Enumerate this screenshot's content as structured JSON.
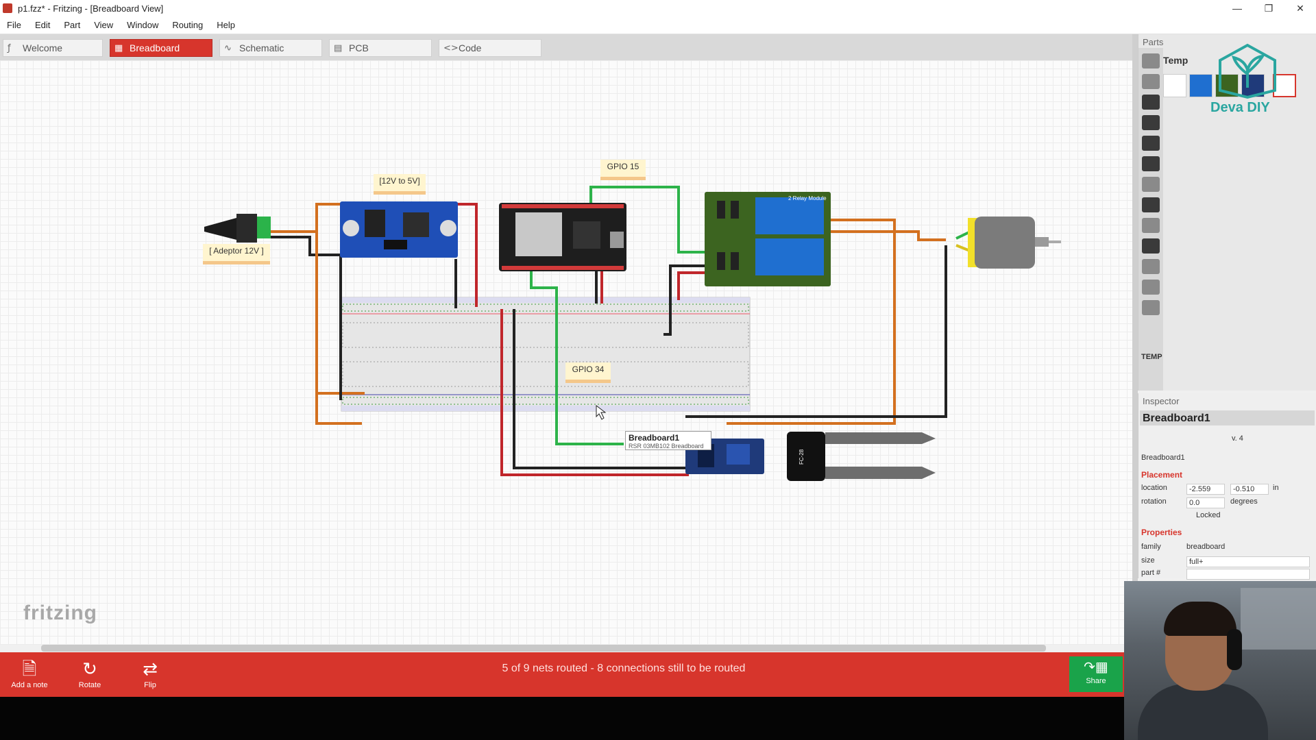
{
  "window": {
    "title": "p1.fzz* - Fritzing - [Breadboard View]"
  },
  "menu": [
    "File",
    "Edit",
    "Part",
    "View",
    "Window",
    "Routing",
    "Help"
  ],
  "tabs": [
    {
      "label": "Welcome",
      "icon": "welcome-icon"
    },
    {
      "label": "Breadboard",
      "icon": "breadboard-icon",
      "active": true
    },
    {
      "label": "Schematic",
      "icon": "schematic-icon"
    },
    {
      "label": "PCB",
      "icon": "pcb-icon"
    },
    {
      "label": "Code",
      "icon": "code-icon"
    }
  ],
  "canvas": {
    "notes": {
      "converter": "[12V to 5V]",
      "gpio15": "GPIO 15",
      "adaptor": "[ Adeptor 12V ]",
      "gpio34": "GPIO 34"
    },
    "tooltip": {
      "title": "Breadboard1",
      "subtitle": "RSR 03MB102 Breadboard"
    },
    "relay_label": "2 Relay Module",
    "sensor_label": "FC-28",
    "logo": "fritzing"
  },
  "toolbar": {
    "add_note": "Add a note",
    "rotate": "Rotate",
    "flip": "Flip",
    "share": "Share",
    "status": "5 of 9 nets routed - 8 connections still to be routed"
  },
  "parts": {
    "title": "Parts",
    "bin": "Temp",
    "side_label": "TEMP",
    "watermark": "Deva DIY"
  },
  "inspector": {
    "title": "Inspector",
    "part_title": "Breadboard1",
    "version": "v. 4",
    "part_name": "Breadboard1",
    "placement": "Placement",
    "location_label": "location",
    "location_x": "-2.559",
    "location_y": "-0.510",
    "location_unit": "in",
    "rotation_label": "rotation",
    "rotation_value": "0.0",
    "rotation_unit": "degrees",
    "locked": "Locked",
    "properties": "Properties",
    "family_label": "family",
    "family_value": "breadboard",
    "size_label": "size",
    "size_value": "full+",
    "partnum_label": "part #"
  },
  "colors": {
    "accent": "#d7352c",
    "share": "#1aa34a",
    "wire_red": "#c0262b",
    "wire_green": "#2db34a",
    "wire_orange": "#d3701f"
  }
}
